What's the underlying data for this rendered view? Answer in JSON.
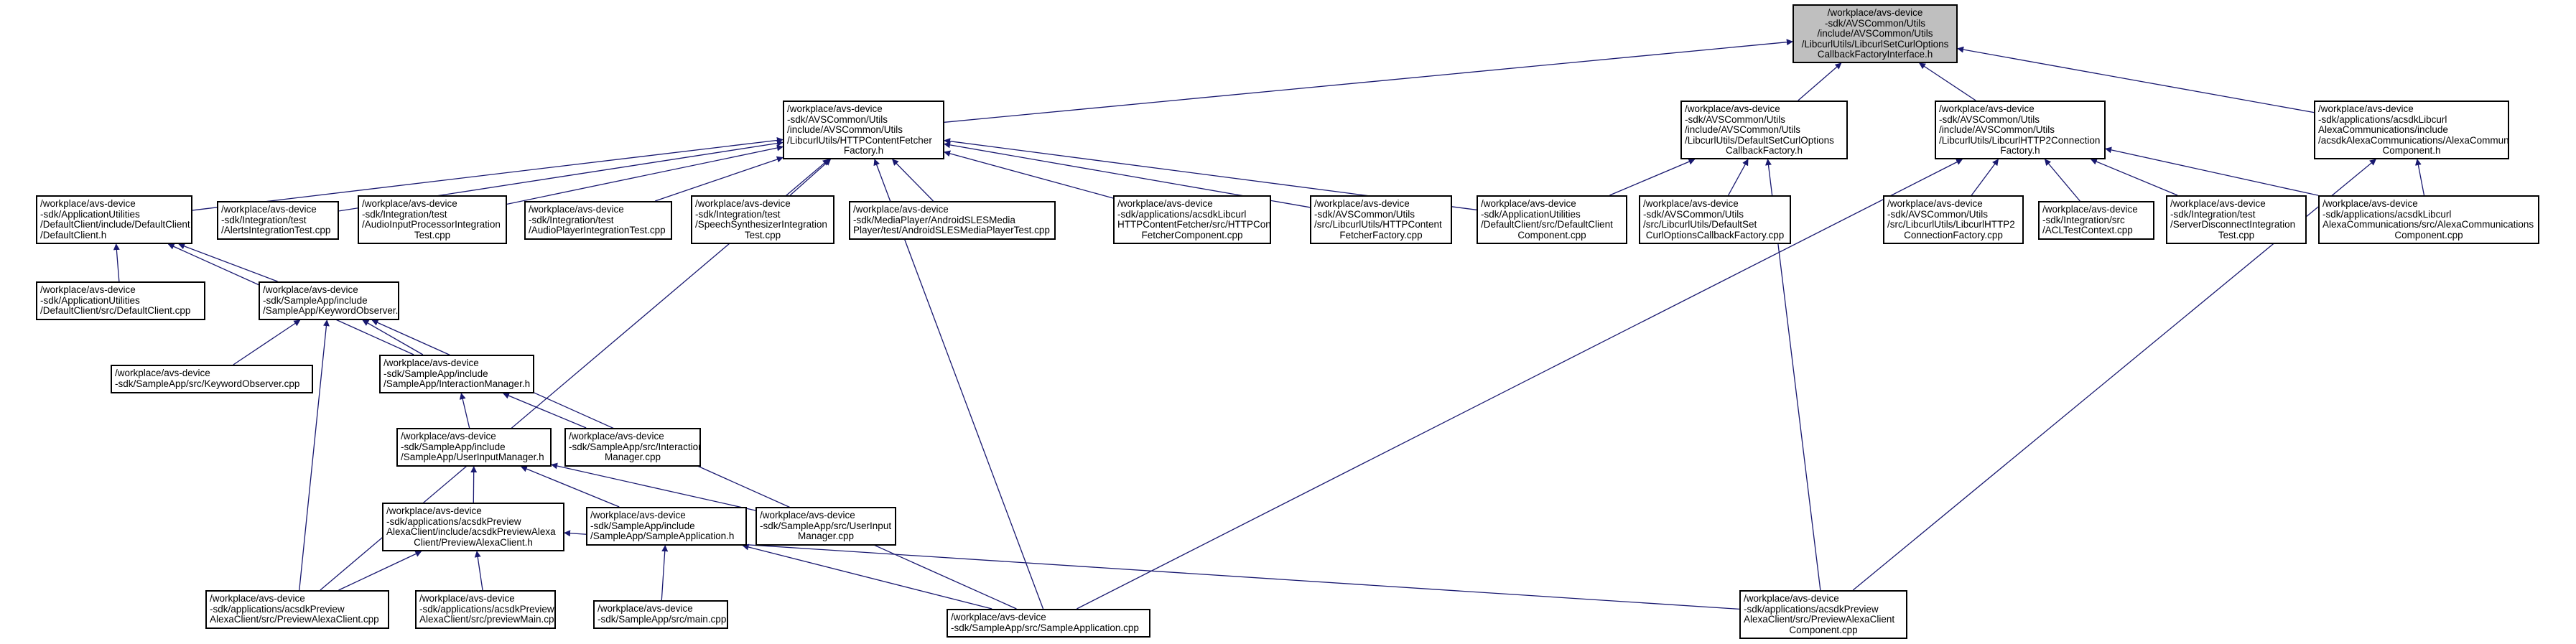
{
  "nodes": [
    {
      "id": "root",
      "lines": [
        "/workplace/avs-device",
        "-sdk/AVSCommon/Utils",
        "/include/AVSCommon/Utils",
        "/LibcurlUtils/LibcurlSetCurlOptions",
        "CallbackFactoryInterface.h"
      ]
    },
    {
      "id": "http_fetcher_factory_h",
      "lines": [
        "/workplace/avs-device",
        "-sdk/AVSCommon/Utils",
        "/include/AVSCommon/Utils",
        "/LibcurlUtils/HTTPContentFetcher",
        "Factory.h"
      ]
    },
    {
      "id": "default_set_curl_h",
      "lines": [
        "/workplace/avs-device",
        "-sdk/AVSCommon/Utils",
        "/include/AVSCommon/Utils",
        "/LibcurlUtils/DefaultSetCurlOptions",
        "CallbackFactory.h"
      ]
    },
    {
      "id": "libcurl_http2_h",
      "lines": [
        "/workplace/avs-device",
        "-sdk/AVSCommon/Utils",
        "/include/AVSCommon/Utils",
        "/LibcurlUtils/LibcurlHTTP2Connection",
        "Factory.h"
      ]
    },
    {
      "id": "alexa_comm_component_h",
      "lines": [
        "/workplace/avs-device",
        "-sdk/applications/acsdkLibcurl",
        "AlexaCommunications/include",
        "/acsdkAlexaCommunications/AlexaCommunications",
        "Component.h"
      ]
    },
    {
      "id": "default_client_h",
      "lines": [
        "/workplace/avs-device",
        "-sdk/ApplicationUtilities",
        "/DefaultClient/include/DefaultClient",
        "/DefaultClient.h"
      ]
    },
    {
      "id": "alerts_test",
      "lines": [
        "/workplace/avs-device",
        "-sdk/Integration/test",
        "/AlertsIntegrationTest.cpp"
      ]
    },
    {
      "id": "audio_input_test",
      "lines": [
        "/workplace/avs-device",
        "-sdk/Integration/test",
        "/AudioInputProcessorIntegration",
        "Test.cpp"
      ]
    },
    {
      "id": "audio_player_test",
      "lines": [
        "/workplace/avs-device",
        "-sdk/Integration/test",
        "/AudioPlayerIntegrationTest.cpp"
      ]
    },
    {
      "id": "speech_synth_test",
      "lines": [
        "/workplace/avs-device",
        "-sdk/Integration/test",
        "/SpeechSynthesizerIntegration",
        "Test.cpp"
      ]
    },
    {
      "id": "android_sles_test",
      "lines": [
        "/workplace/avs-device",
        "-sdk/MediaPlayer/AndroidSLESMedia",
        "Player/test/AndroidSLESMediaPlayerTest.cpp"
      ]
    },
    {
      "id": "http_fetcher_component",
      "lines": [
        "/workplace/avs-device",
        "-sdk/applications/acsdkLibcurl",
        "HTTPContentFetcher/src/HTTPContent",
        "FetcherComponent.cpp"
      ]
    },
    {
      "id": "http_fetcher_factory_cpp",
      "lines": [
        "/workplace/avs-device",
        "-sdk/AVSCommon/Utils",
        "/src/LibcurlUtils/HTTPContent",
        "FetcherFactory.cpp"
      ]
    },
    {
      "id": "default_client_component",
      "lines": [
        "/workplace/avs-device",
        "-sdk/ApplicationUtilities",
        "/DefaultClient/src/DefaultClient",
        "Component.cpp"
      ]
    },
    {
      "id": "default_set_curl_cpp",
      "lines": [
        "/workplace/avs-device",
        "-sdk/AVSCommon/Utils",
        "/src/LibcurlUtils/DefaultSet",
        "CurlOptionsCallbackFactory.cpp"
      ]
    },
    {
      "id": "libcurl_http2_cpp",
      "lines": [
        "/workplace/avs-device",
        "-sdk/AVSCommon/Utils",
        "/src/LibcurlUtils/LibcurlHTTP2",
        "ConnectionFactory.cpp"
      ]
    },
    {
      "id": "acl_test_context",
      "lines": [
        "/workplace/avs-device",
        "-sdk/Integration/src",
        "/ACLTestContext.cpp"
      ]
    },
    {
      "id": "server_disconnect_test",
      "lines": [
        "/workplace/avs-device",
        "-sdk/Integration/test",
        "/ServerDisconnectIntegration",
        "Test.cpp"
      ]
    },
    {
      "id": "alexa_comm_component_cpp",
      "lines": [
        "/workplace/avs-device",
        "-sdk/applications/acsdkLibcurl",
        "AlexaCommunications/src/AlexaCommunications",
        "Component.cpp"
      ]
    },
    {
      "id": "default_client_cpp",
      "lines": [
        "/workplace/avs-device",
        "-sdk/ApplicationUtilities",
        "/DefaultClient/src/DefaultClient.cpp"
      ]
    },
    {
      "id": "keyword_observer_h",
      "lines": [
        "/workplace/avs-device",
        "-sdk/SampleApp/include",
        "/SampleApp/KeywordObserver.h"
      ]
    },
    {
      "id": "keyword_observer_cpp",
      "lines": [
        "/workplace/avs-device",
        "-sdk/SampleApp/src/KeywordObserver.cpp"
      ]
    },
    {
      "id": "interaction_manager_h",
      "lines": [
        "/workplace/avs-device",
        "-sdk/SampleApp/include",
        "/SampleApp/InteractionManager.h"
      ]
    },
    {
      "id": "user_input_manager_h",
      "lines": [
        "/workplace/avs-device",
        "-sdk/SampleApp/include",
        "/SampleApp/UserInputManager.h"
      ]
    },
    {
      "id": "interaction_manager_cpp",
      "lines": [
        "/workplace/avs-device",
        "-sdk/SampleApp/src/Interaction",
        "Manager.cpp"
      ]
    },
    {
      "id": "preview_alexa_client_h",
      "lines": [
        "/workplace/avs-device",
        "-sdk/applications/acsdkPreview",
        "AlexaClient/include/acsdkPreviewAlexa",
        "Client/PreviewAlexaClient.h"
      ]
    },
    {
      "id": "sample_application_h",
      "lines": [
        "/workplace/avs-device",
        "-sdk/SampleApp/include",
        "/SampleApp/SampleApplication.h"
      ]
    },
    {
      "id": "user_input_manager_cpp",
      "lines": [
        "/workplace/avs-device",
        "-sdk/SampleApp/src/UserInput",
        "Manager.cpp"
      ]
    },
    {
      "id": "preview_alexa_client_cpp",
      "lines": [
        "/workplace/avs-device",
        "-sdk/applications/acsdkPreview",
        "AlexaClient/src/PreviewAlexaClient.cpp"
      ]
    },
    {
      "id": "preview_main_cpp",
      "lines": [
        "/workplace/avs-device",
        "-sdk/applications/acsdkPreview",
        "AlexaClient/src/previewMain.cpp"
      ]
    },
    {
      "id": "main_cpp",
      "lines": [
        "/workplace/avs-device",
        "-sdk/SampleApp/src/main.cpp"
      ]
    },
    {
      "id": "sample_application_cpp",
      "lines": [
        "/workplace/avs-device",
        "-sdk/SampleApp/src/SampleApplication.cpp"
      ]
    },
    {
      "id": "preview_alexa_client_component",
      "lines": [
        "/workplace/avs-device",
        "-sdk/applications/acsdkPreview",
        "AlexaClient/src/PreviewAlexaClient",
        "Component.cpp"
      ]
    }
  ],
  "edges": [
    [
      "http_fetcher_factory_h",
      "root"
    ],
    [
      "default_set_curl_h",
      "root"
    ],
    [
      "libcurl_http2_h",
      "root"
    ],
    [
      "alexa_comm_component_h",
      "root"
    ],
    [
      "default_client_h",
      "http_fetcher_factory_h"
    ],
    [
      "alerts_test",
      "http_fetcher_factory_h"
    ],
    [
      "audio_input_test",
      "http_fetcher_factory_h"
    ],
    [
      "audio_player_test",
      "http_fetcher_factory_h"
    ],
    [
      "speech_synth_test",
      "http_fetcher_factory_h"
    ],
    [
      "android_sles_test",
      "http_fetcher_factory_h"
    ],
    [
      "http_fetcher_component",
      "http_fetcher_factory_h"
    ],
    [
      "http_fetcher_factory_cpp",
      "http_fetcher_factory_h"
    ],
    [
      "default_client_component",
      "http_fetcher_factory_h"
    ],
    [
      "sample_application_cpp",
      "http_fetcher_factory_h"
    ],
    [
      "preview_alexa_client_cpp",
      "http_fetcher_factory_h"
    ],
    [
      "default_client_component",
      "default_set_curl_h"
    ],
    [
      "default_set_curl_cpp",
      "default_set_curl_h"
    ],
    [
      "preview_alexa_client_component",
      "default_set_curl_h"
    ],
    [
      "libcurl_http2_cpp",
      "libcurl_http2_h"
    ],
    [
      "acl_test_context",
      "libcurl_http2_h"
    ],
    [
      "server_disconnect_test",
      "libcurl_http2_h"
    ],
    [
      "alexa_comm_component_cpp",
      "libcurl_http2_h"
    ],
    [
      "sample_application_cpp",
      "libcurl_http2_h"
    ],
    [
      "alexa_comm_component_cpp",
      "alexa_comm_component_h"
    ],
    [
      "preview_alexa_client_component",
      "alexa_comm_component_h"
    ],
    [
      "default_client_cpp",
      "default_client_h"
    ],
    [
      "keyword_observer_h",
      "default_client_h"
    ],
    [
      "interaction_manager_h",
      "default_client_h"
    ],
    [
      "keyword_observer_cpp",
      "keyword_observer_h"
    ],
    [
      "interaction_manager_h",
      "keyword_observer_h"
    ],
    [
      "preview_alexa_client_cpp",
      "keyword_observer_h"
    ],
    [
      "sample_application_cpp",
      "keyword_observer_h"
    ],
    [
      "user_input_manager_h",
      "interaction_manager_h"
    ],
    [
      "interaction_manager_cpp",
      "interaction_manager_h"
    ],
    [
      "preview_alexa_client_h",
      "user_input_manager_h"
    ],
    [
      "sample_application_h",
      "user_input_manager_h"
    ],
    [
      "user_input_manager_cpp",
      "user_input_manager_h"
    ],
    [
      "preview_alexa_client_cpp",
      "preview_alexa_client_h"
    ],
    [
      "preview_main_cpp",
      "preview_alexa_client_h"
    ],
    [
      "preview_alexa_client_component",
      "preview_alexa_client_h"
    ],
    [
      "main_cpp",
      "sample_application_h"
    ],
    [
      "sample_application_cpp",
      "sample_application_h"
    ]
  ]
}
